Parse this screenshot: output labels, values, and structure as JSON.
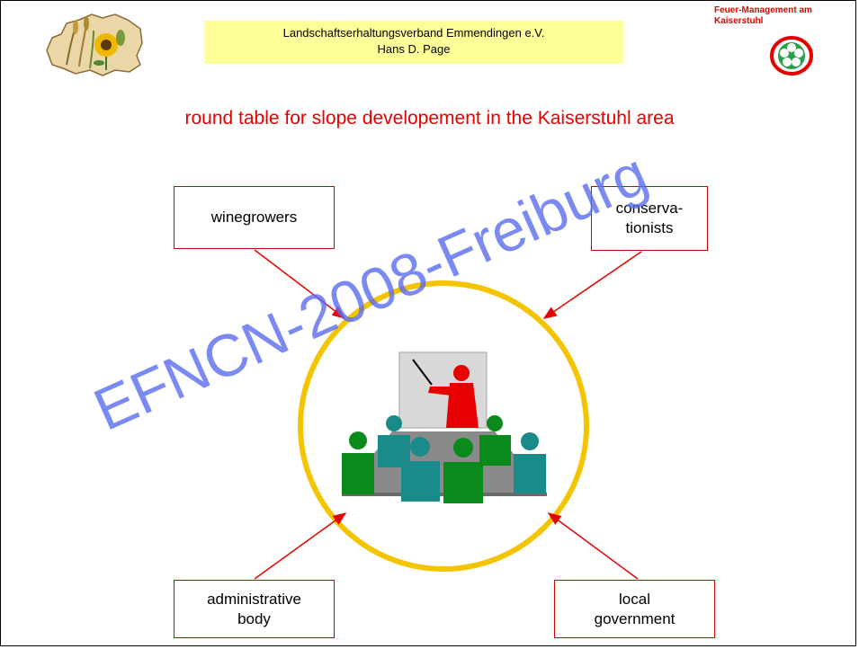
{
  "header": {
    "org_line1": "Landschaftserhaltungsverband Emmendingen e.V.",
    "org_line2": "Hans D. Page",
    "brand_line1": "Feuer-Management am",
    "brand_line2": "Kaiserstuhl"
  },
  "title": "round table for slope developement in the Kaiserstuhl area",
  "roles": {
    "winegrowers": [
      "winegrowers"
    ],
    "conservationists": [
      "conserva-",
      "tionists"
    ],
    "administrative_body": [
      "administrative",
      "body"
    ],
    "local_government": [
      "local",
      "government"
    ]
  },
  "watermark": "EFNCN-2008-Freiburg",
  "colors": {
    "title": "#e60000",
    "header_bg": "#ffff99",
    "circle": "#f5c400",
    "arrow": "#e60000",
    "person_green": "#0a8a1a",
    "person_teal": "#1a8a8a",
    "presenter": "#e60000"
  },
  "icons": {
    "left_logo": "map-with-sunflower-logo",
    "right_logo": "flower-emblem-logo",
    "center": "meeting-presentation-clipart"
  }
}
